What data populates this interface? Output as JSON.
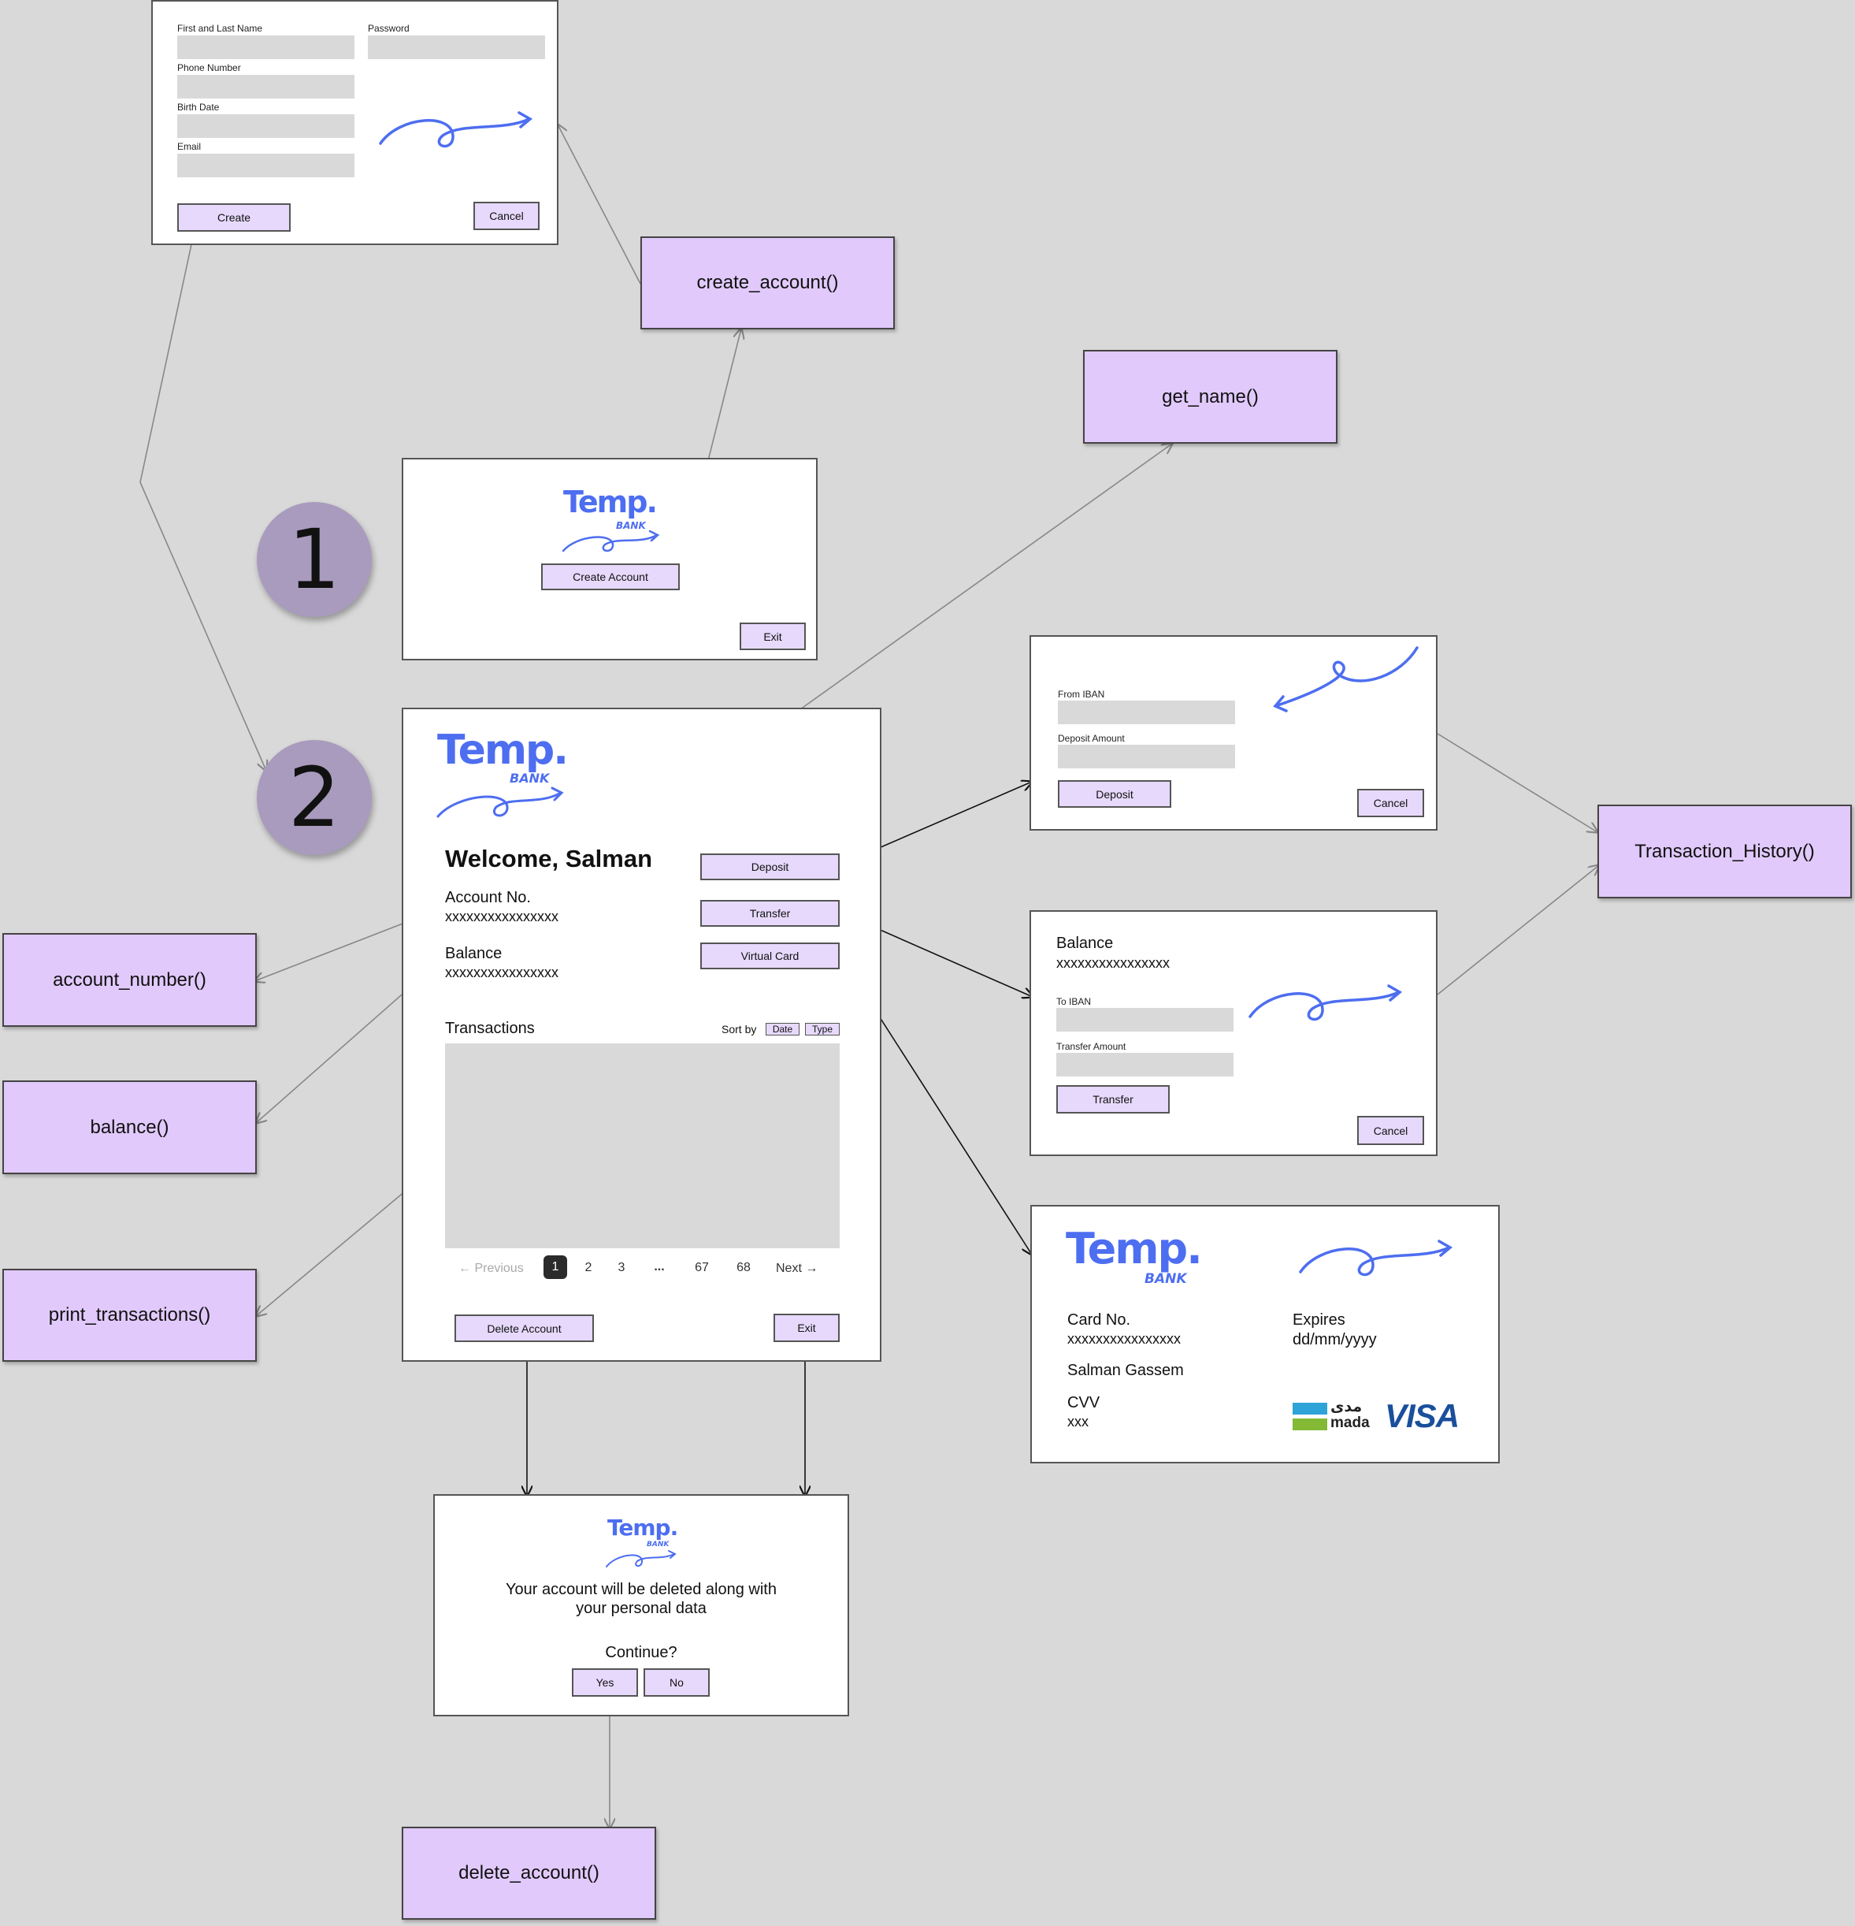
{
  "colors": {
    "background": "#d9d9d9",
    "function_box": "#e1c9fb",
    "button": "#e6d9fb",
    "brand": "#4d6ef0",
    "step_badge": "#a99bbd"
  },
  "functions": {
    "create_account": "create_account()",
    "get_name": "get_name()",
    "transaction_history": "Transaction_History()",
    "account_number": "account_number()",
    "balance": "balance()",
    "print_transactions": "print_transactions()",
    "delete_account": "delete_account()"
  },
  "steps": {
    "one": "1",
    "two": "2"
  },
  "logo": {
    "name": "Temp.",
    "sub": "BANK"
  },
  "create_form": {
    "name_label": "First and Last Name",
    "password_label": "Password",
    "phone_label": "Phone Number",
    "birth_label": "Birth Date",
    "email_label": "Email",
    "create_button": "Create",
    "cancel_button": "Cancel"
  },
  "start_screen": {
    "create_button": "Create Account",
    "exit_button": "Exit"
  },
  "dashboard": {
    "welcome": "Welcome, Salman",
    "account_label": "Account No.",
    "account_value": "xxxxxxxxxxxxxxxx",
    "balance_label": "Balance",
    "balance_value": "xxxxxxxxxxxxxxxx",
    "deposit_button": "Deposit",
    "transfer_button": "Transfer",
    "virtual_card_button": "Virtual Card",
    "transactions_title": "Transactions",
    "sort_by": "Sort by",
    "sort_date": "Date",
    "sort_type": "Type",
    "pagination": {
      "previous": "Previous",
      "next": "Next",
      "pages": [
        "1",
        "2",
        "3",
        "...",
        "67",
        "68"
      ]
    },
    "delete_button": "Delete Account",
    "exit_button": "Exit"
  },
  "deposit_screen": {
    "from_label": "From IBAN",
    "amount_label": "Deposit Amount",
    "deposit_button": "Deposit",
    "cancel_button": "Cancel"
  },
  "transfer_screen": {
    "balance_label": "Balance",
    "balance_value": "xxxxxxxxxxxxxxxx",
    "to_label": "To IBAN",
    "amount_label": "Transfer Amount",
    "transfer_button": "Transfer",
    "cancel_button": "Cancel"
  },
  "virtual_card": {
    "card_label": "Card No.",
    "card_value": "xxxxxxxxxxxxxxxx",
    "holder": "Salman Gassem",
    "cvv_label": "CVV",
    "cvv_value": "xxx",
    "expires_label": "Expires",
    "expires_value": "dd/mm/yyyy",
    "mada_ar": "مدى",
    "mada": "mada",
    "visa": "VISA"
  },
  "delete_dialog": {
    "message_line1": "Your account will be deleted along with",
    "message_line2": "your personal data",
    "question": "Continue?",
    "yes_button": "Yes",
    "no_button": "No"
  }
}
